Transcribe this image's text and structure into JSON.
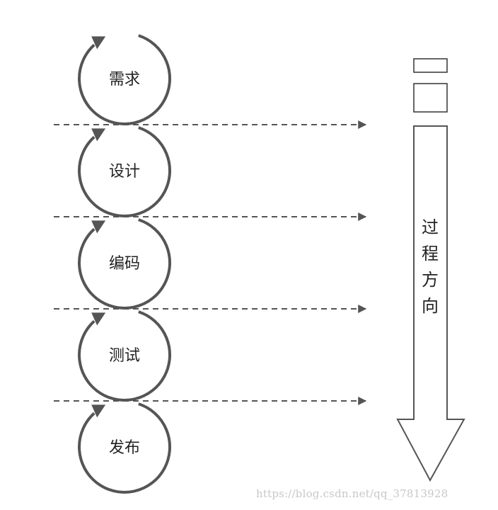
{
  "stages": [
    {
      "label": "需求"
    },
    {
      "label": "设计"
    },
    {
      "label": "编码"
    },
    {
      "label": "测试"
    },
    {
      "label": "发布"
    }
  ],
  "direction": {
    "chars": [
      "过",
      "程",
      "方",
      "向"
    ]
  },
  "watermark": "https://blog.csdn.net/qq_37813928",
  "colors": {
    "circle": "#555555",
    "dash": "#555555",
    "outline": "#555555",
    "text": "#222222",
    "watermark": "#c8c8c8"
  }
}
